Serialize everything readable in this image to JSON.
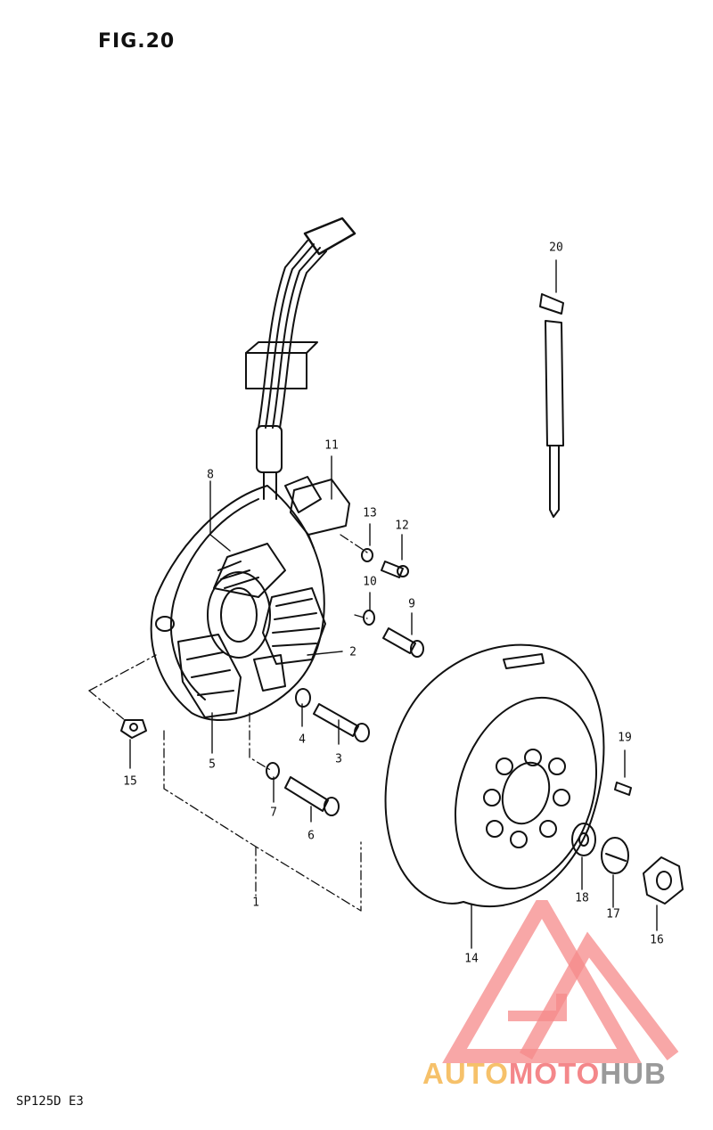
{
  "figure_title": "FIG.20",
  "model_code": "SP125D E3",
  "callouts": [
    "1",
    "2",
    "3",
    "4",
    "5",
    "6",
    "7",
    "8",
    "9",
    "10",
    "11",
    "12",
    "13",
    "14",
    "15",
    "16",
    "17",
    "18",
    "19",
    "20"
  ],
  "watermark": {
    "part1": "AUTO",
    "part2": "MOTO",
    "part3": "HUB",
    "colors": {
      "auto": "#f6c16a",
      "moto": "#f4878a",
      "hub": "#9a9a9a",
      "logo": "#f58a8a"
    }
  }
}
